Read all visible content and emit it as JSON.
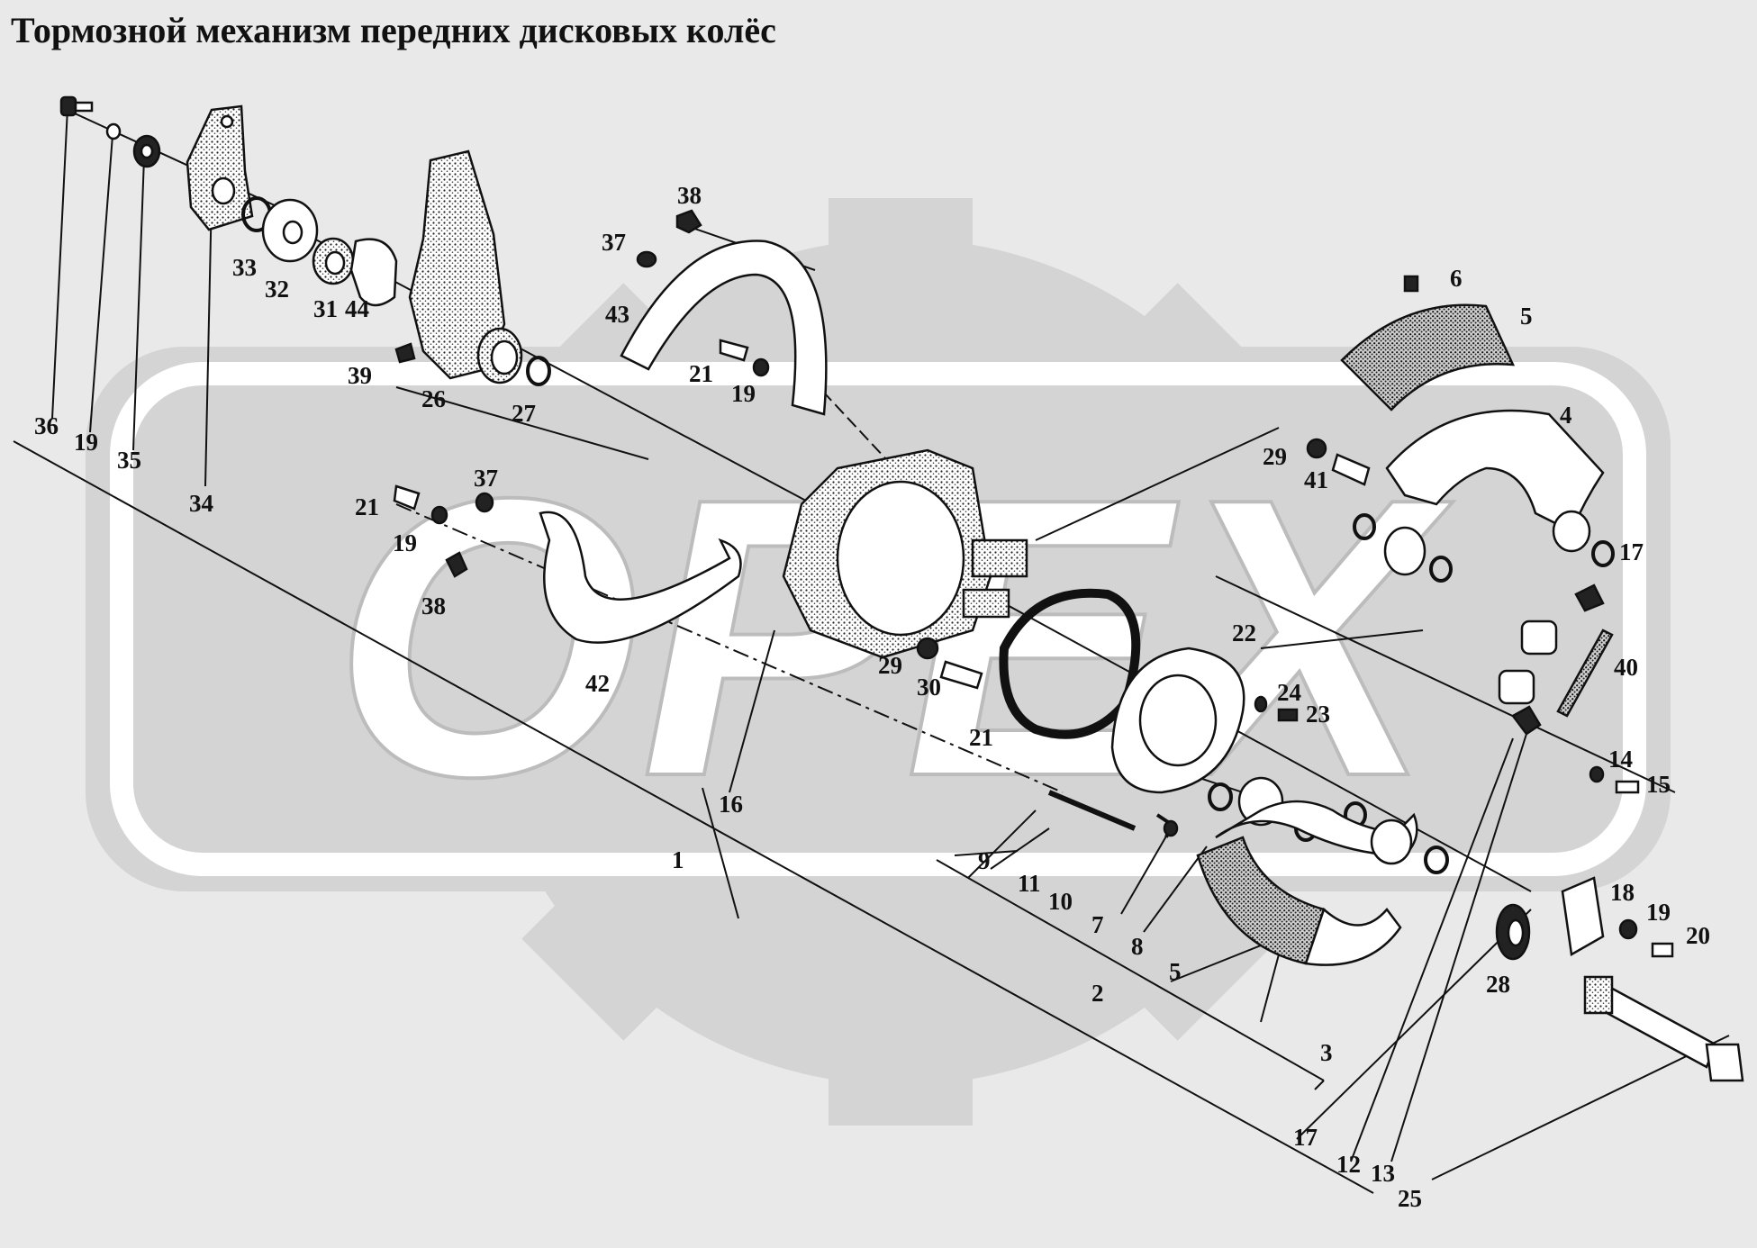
{
  "title": "Тормозной механизм передних дисковых колёс",
  "watermark": "ОРЕХ",
  "colors": {
    "background": "#e9e9e9",
    "watermark_fill": "#d4d4d4",
    "line": "#111111"
  },
  "labels": [
    {
      "id": "l36",
      "text": "36"
    },
    {
      "id": "l19a",
      "text": "19"
    },
    {
      "id": "l35",
      "text": "35"
    },
    {
      "id": "l34",
      "text": "34"
    },
    {
      "id": "l33",
      "text": "33"
    },
    {
      "id": "l32",
      "text": "32"
    },
    {
      "id": "l31",
      "text": "31"
    },
    {
      "id": "l44",
      "text": "44"
    },
    {
      "id": "l39",
      "text": "39"
    },
    {
      "id": "l26",
      "text": "26"
    },
    {
      "id": "l27",
      "text": "27"
    },
    {
      "id": "l38a",
      "text": "38"
    },
    {
      "id": "l37a",
      "text": "37"
    },
    {
      "id": "l43",
      "text": "43"
    },
    {
      "id": "l21a",
      "text": "21"
    },
    {
      "id": "l19b",
      "text": "19"
    },
    {
      "id": "l6",
      "text": "6"
    },
    {
      "id": "l5a",
      "text": "5"
    },
    {
      "id": "l4",
      "text": "4"
    },
    {
      "id": "l29a",
      "text": "29"
    },
    {
      "id": "l41",
      "text": "41"
    },
    {
      "id": "l17a",
      "text": "17"
    },
    {
      "id": "l21b",
      "text": "21"
    },
    {
      "id": "l37b",
      "text": "37"
    },
    {
      "id": "l19c",
      "text": "19"
    },
    {
      "id": "l38b",
      "text": "38"
    },
    {
      "id": "l42",
      "text": "42"
    },
    {
      "id": "l29b",
      "text": "29"
    },
    {
      "id": "l30",
      "text": "30"
    },
    {
      "id": "l21c",
      "text": "21"
    },
    {
      "id": "l22",
      "text": "22"
    },
    {
      "id": "l24",
      "text": "24"
    },
    {
      "id": "l23",
      "text": "23"
    },
    {
      "id": "l40",
      "text": "40"
    },
    {
      "id": "l14",
      "text": "14"
    },
    {
      "id": "l15",
      "text": "15"
    },
    {
      "id": "l16",
      "text": "16"
    },
    {
      "id": "l1",
      "text": "1"
    },
    {
      "id": "l9",
      "text": "9"
    },
    {
      "id": "l11",
      "text": "11"
    },
    {
      "id": "l10",
      "text": "10"
    },
    {
      "id": "l7",
      "text": "7"
    },
    {
      "id": "l8",
      "text": "8"
    },
    {
      "id": "l5b",
      "text": "5"
    },
    {
      "id": "l2",
      "text": "2"
    },
    {
      "id": "l3",
      "text": "3"
    },
    {
      "id": "l18",
      "text": "18"
    },
    {
      "id": "l19d",
      "text": "19"
    },
    {
      "id": "l20",
      "text": "20"
    },
    {
      "id": "l28",
      "text": "28"
    },
    {
      "id": "l17b",
      "text": "17"
    },
    {
      "id": "l12",
      "text": "12"
    },
    {
      "id": "l13",
      "text": "13"
    },
    {
      "id": "l25",
      "text": "25"
    }
  ]
}
